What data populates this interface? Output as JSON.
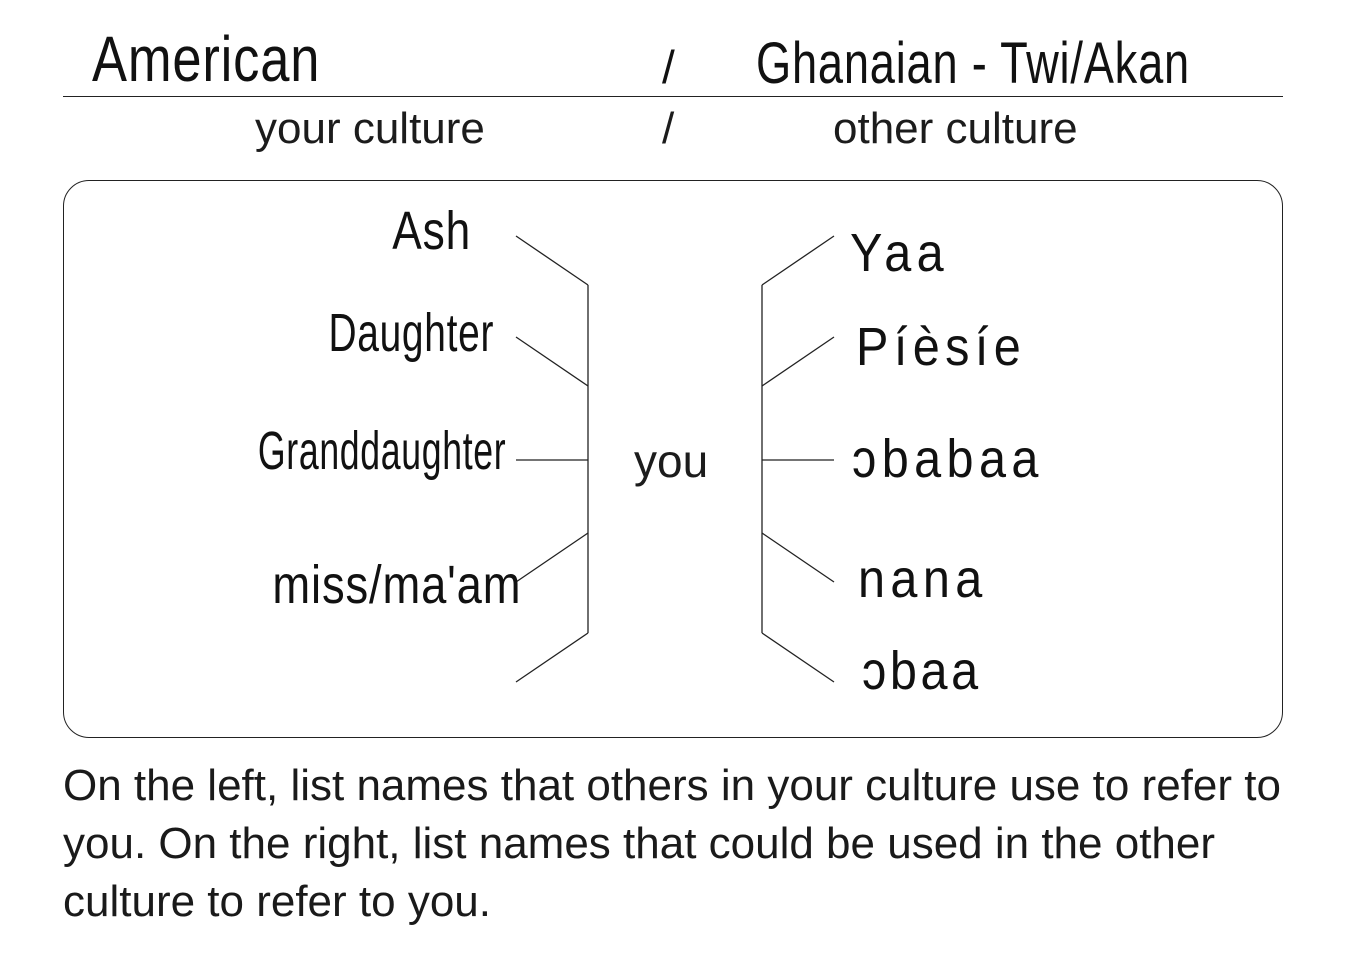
{
  "header": {
    "your_culture_value": "American",
    "separator": "/",
    "other_culture_value": "Ghanaian - Twi/Akan",
    "your_culture_label": "your culture",
    "label_separator": "/",
    "other_culture_label": "other culture"
  },
  "diagram": {
    "center_label": "you",
    "left_names": [
      "Ash",
      "Daughter",
      "Granddaughter",
      "miss/ma'am",
      ""
    ],
    "right_names": [
      "Yaa",
      "Píèsíe",
      "ɔbabaa",
      "nana",
      "ɔbaa"
    ]
  },
  "instructions": "On the left, list names that others in your culture use to refer to you. On the right, list names that could be used in the other culture to refer to you.",
  "colors": {
    "ink": "#111111",
    "line": "#222222"
  }
}
